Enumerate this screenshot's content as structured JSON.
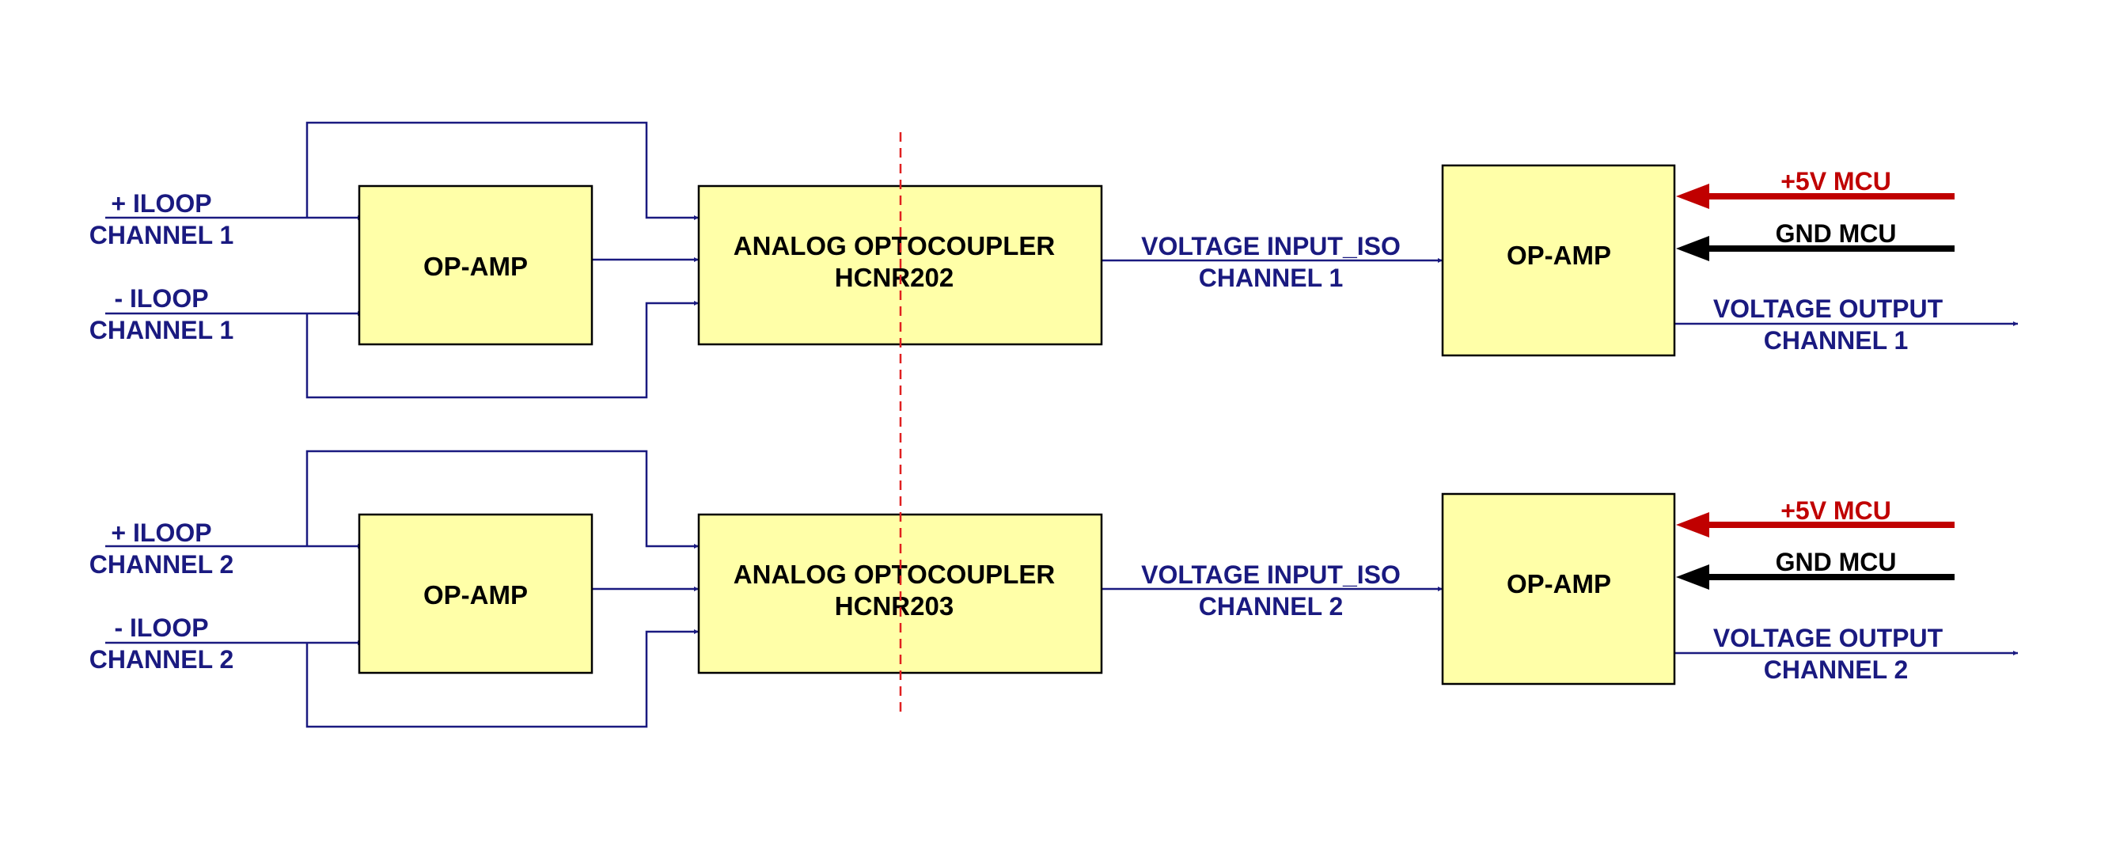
{
  "colors": {
    "wire": "#1a1a80",
    "box_fill": "#ffffa8",
    "power_red": "#c00000",
    "ground_black": "#000000",
    "isolation_line": "#e02020"
  },
  "channels": [
    {
      "plus_loop": "+ ILOOP",
      "plus_channel": "CHANNEL 1",
      "minus_loop": "- ILOOP",
      "minus_channel": "CHANNEL 1",
      "input_opamp": "OP-AMP",
      "optocoupler_title": "ANALOG OPTOCOUPLER",
      "optocoupler_part": "HCNR202",
      "iso_signal": "VOLTAGE INPUT_ISO",
      "iso_channel": "CHANNEL 1",
      "output_opamp": "OP-AMP",
      "supply": "+5V  MCU",
      "ground": "GND  MCU",
      "output_signal": "VOLTAGE OUTPUT",
      "output_channel": "CHANNEL 1"
    },
    {
      "plus_loop": "+ ILOOP",
      "plus_channel": "CHANNEL 2",
      "minus_loop": "- ILOOP",
      "minus_channel": "CHANNEL 2",
      "input_opamp": "OP-AMP",
      "optocoupler_title": "ANALOG OPTOCOUPLER",
      "optocoupler_part": "HCNR203",
      "iso_signal": "VOLTAGE INPUT_ISO",
      "iso_channel": "CHANNEL 2",
      "output_opamp": "OP-AMP",
      "supply": "+5V  MCU",
      "ground": "GND  MCU",
      "output_signal": "VOLTAGE OUTPUT",
      "output_channel": "CHANNEL 2"
    }
  ]
}
